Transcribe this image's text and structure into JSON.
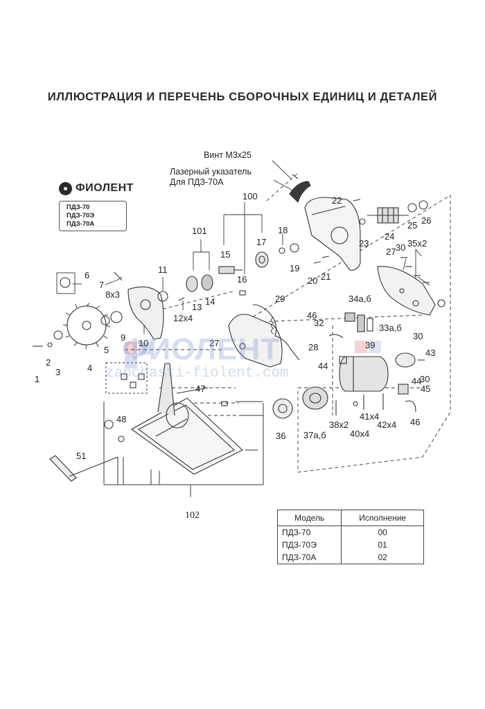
{
  "title": "ИЛЛЮСТРАЦИЯ И ПЕРЕЧЕНЬ СБОРОЧНЫХ ЕДИНИЦ И ДЕТАЛЕЙ",
  "logo": {
    "brand": "ФИОЛЕНТ",
    "models": [
      "ПДЗ-70",
      "ПДЗ-70Э",
      "ПДЗ-70А"
    ]
  },
  "annotations": {
    "screw": "Винт М3х25",
    "laser_line1": "Лазерный указатель",
    "laser_line2": "Для ПДЗ-70А"
  },
  "part_labels": [
    "1",
    "2",
    "3",
    "4",
    "5",
    "6",
    "7",
    "8х3",
    "9",
    "10",
    "11",
    "12х4",
    "13",
    "14",
    "15",
    "16",
    "17",
    "18",
    "19",
    "20",
    "21",
    "22",
    "23",
    "24",
    "25",
    "26",
    "27",
    "27",
    "28",
    "29",
    "30",
    "30",
    "30",
    "32",
    "33а,б",
    "34а,б",
    "35х2",
    "36",
    "37а,б",
    "38х2",
    "39",
    "40х4",
    "41х4",
    "42х4",
    "43",
    "44",
    "44",
    "45",
    "46",
    "46",
    "47",
    "48",
    "51",
    "100",
    "101",
    "102"
  ],
  "watermark": {
    "main": "ФИОЛЕНТ",
    "sub": "zapchasti-fiolent.com"
  },
  "table": {
    "headers": [
      "Модель",
      "Исполнение"
    ],
    "rows": [
      [
        "ПДЗ-70",
        "00"
      ],
      [
        "ПДЗ-70Э",
        "01"
      ],
      [
        "ПДЗ-70А",
        "02"
      ]
    ]
  },
  "colors": {
    "ink": "#222222",
    "watermark_blue": "#7f8fd0",
    "watermark_red": "#d94a4a"
  }
}
